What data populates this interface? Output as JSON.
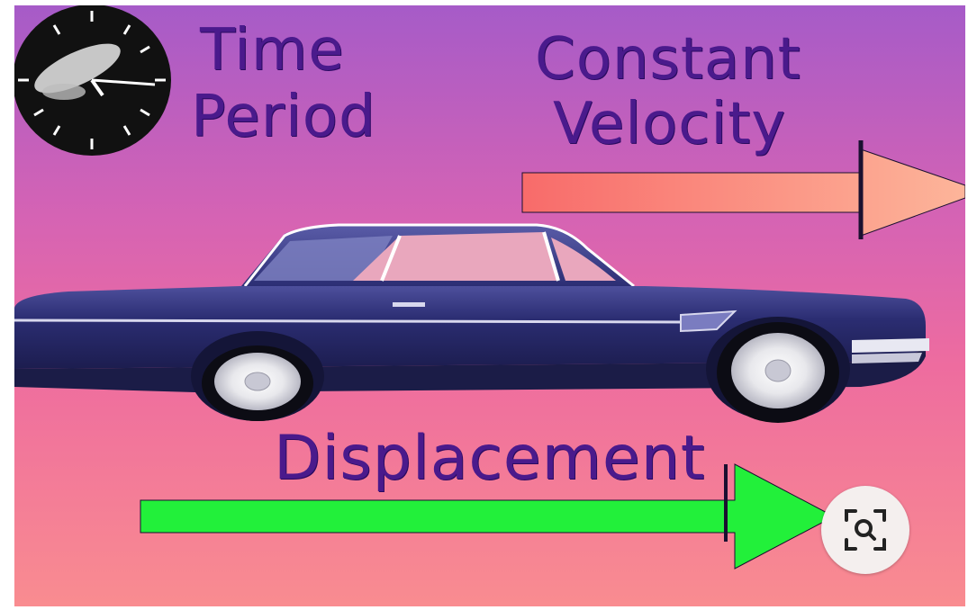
{
  "labels": {
    "time": "Time",
    "period": "Period",
    "constant": "Constant",
    "velocity": "Velocity",
    "displacement": "Displacement"
  },
  "colors": {
    "background_top": "#a95cc9",
    "background_mid": "#e66fa8",
    "background_bottom": "#f88a92",
    "label_text": "#4a1a8c",
    "velocity_arrow": "#fb8a78",
    "displacement_arrow": "#22f03a",
    "car_body": "#2e2f7a",
    "clock_face": "#111111"
  },
  "icons": {
    "lens": "visual-search-lens-icon",
    "clock": "clock-icon"
  }
}
